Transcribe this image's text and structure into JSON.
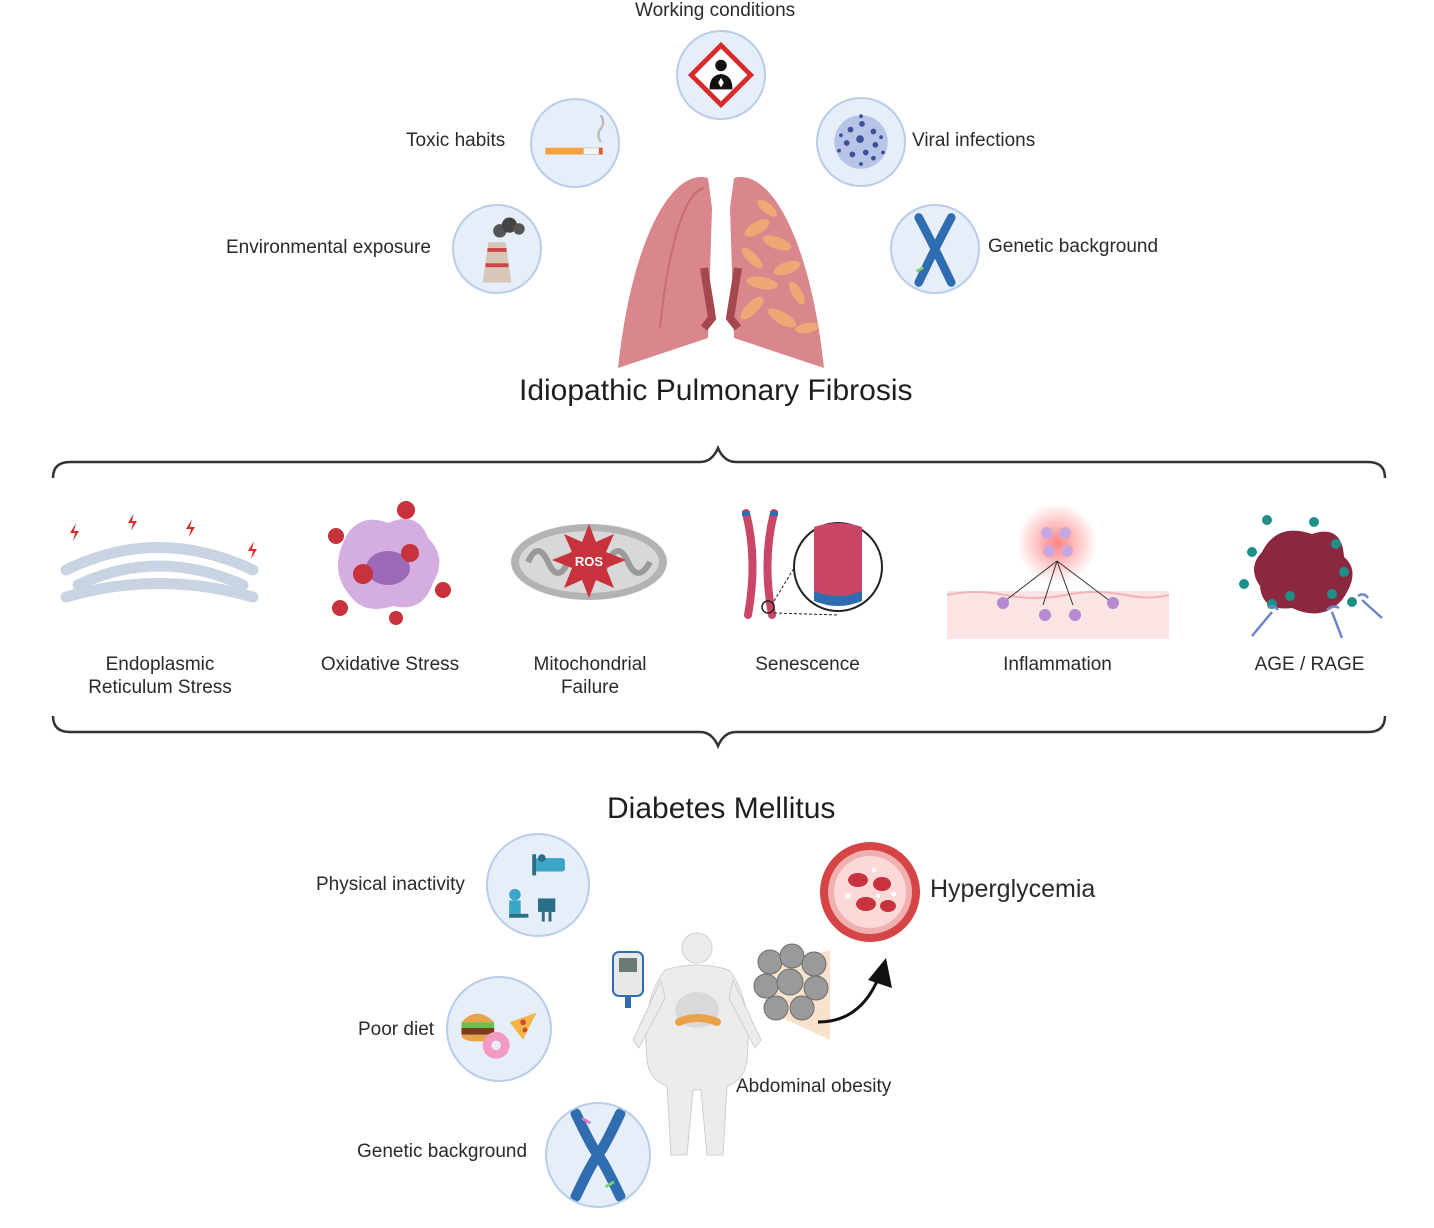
{
  "ipf": {
    "title": "Idiopathic Pulmonary Fibrosis",
    "risk_factors": {
      "working": "Working conditions",
      "toxic": "Toxic habits",
      "viral": "Viral infections",
      "environmental": "Environmental exposure",
      "genetic": "Genetic background"
    }
  },
  "mechanisms": {
    "er_stress_1": "Endoplasmic",
    "er_stress_2": "Reticulum Stress",
    "oxidative": "Oxidative Stress",
    "mito_1": "Mitochondrial",
    "mito_2": "Failure",
    "senescence": "Senescence",
    "inflammation": "Inflammation",
    "age_rage": "AGE / RAGE",
    "ros_label": "ROS"
  },
  "dm": {
    "title": "Diabetes Mellitus",
    "risk_factors": {
      "inactivity": "Physical inactivity",
      "diet": "Poor diet",
      "genetic": "Genetic background"
    },
    "abdominal": "Abdominal obesity",
    "hyperglycemia": "Hyperglycemia"
  },
  "colors": {
    "circle_fill": "#e6eef9",
    "circle_border": "#b9cce8",
    "lung": "#d9868c",
    "fibrosis": "#f0a974",
    "chromosome": "#2f6db0",
    "ros_red": "#c8323c"
  }
}
